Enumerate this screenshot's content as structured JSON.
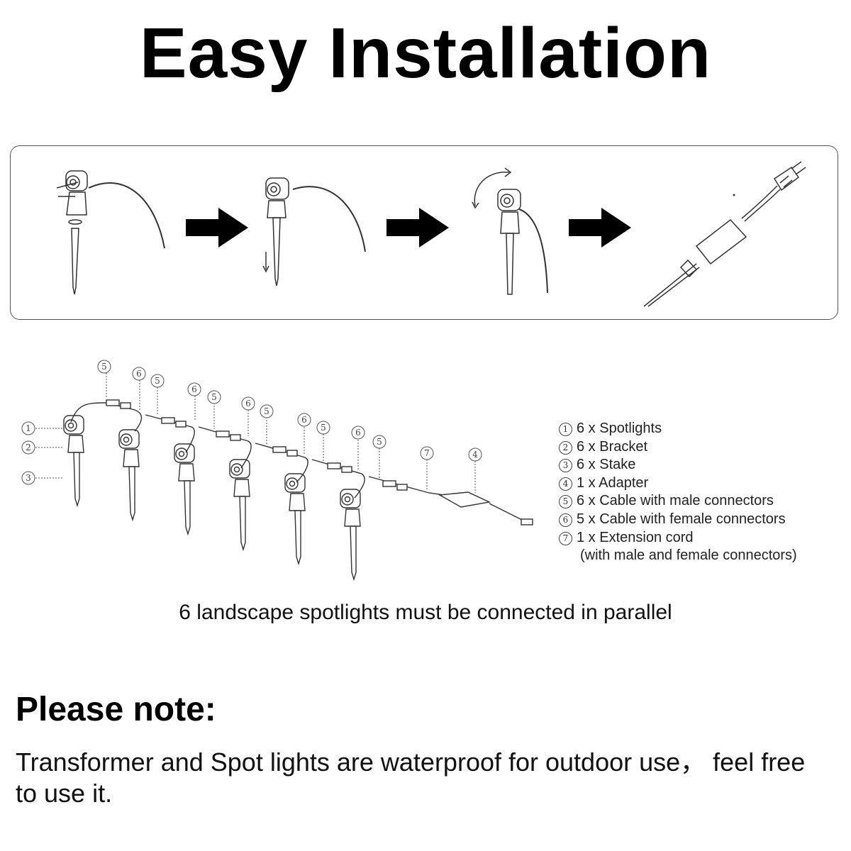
{
  "title": "Easy Installation",
  "legend": [
    {
      "num": "1",
      "qty": "6",
      "text": "x Spotlights"
    },
    {
      "num": "2",
      "qty": "6",
      "text": "x Bracket"
    },
    {
      "num": "3",
      "qty": "6",
      "text": "x Stake"
    },
    {
      "num": "4",
      "qty": "1",
      "text": "x Adapter"
    },
    {
      "num": "5",
      "qty": "6",
      "text": "x Cable with male connectors"
    },
    {
      "num": "6",
      "qty": "5",
      "text": "x Cable with female connectors"
    },
    {
      "num": "7",
      "qty": "1",
      "text": "x Extension cord"
    }
  ],
  "legend_sub": "(with male and female connectors)",
  "caption": "6 landscape spotlights must be connected in parallel",
  "note": {
    "heading": "Please note:",
    "body": "Transformer and Spot lights are waterproof for outdoor use， feel free to use it."
  },
  "callouts": {
    "spotlight": "1",
    "bracket": "2",
    "stake": "3",
    "adapter": "4",
    "male_cable": "5",
    "female_cable": "6",
    "extension": "7"
  }
}
